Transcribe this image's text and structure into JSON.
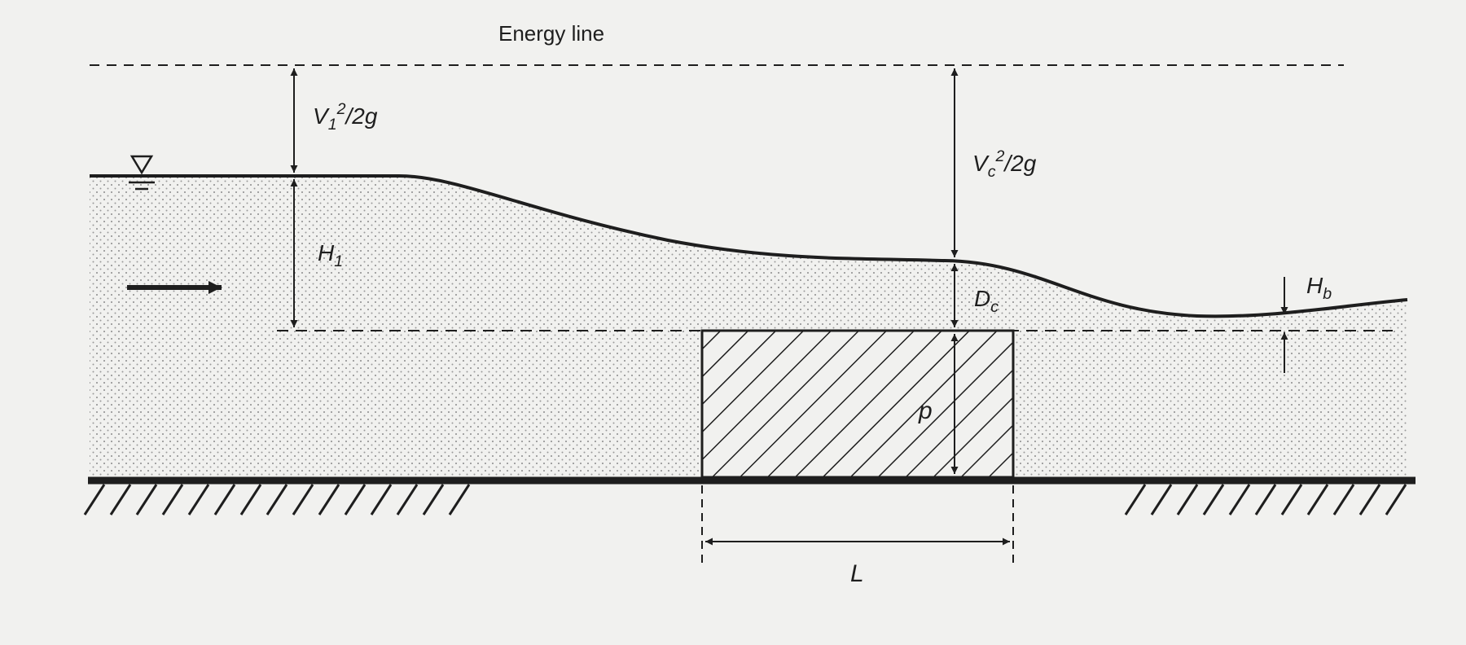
{
  "diagram": {
    "energy_line_label": "Energy line",
    "velocity_head_upstream": {
      "symbol": "V",
      "subscript": "1",
      "superscript": "2",
      "denominator": "/2g"
    },
    "velocity_head_critical": {
      "symbol": "V",
      "subscript": "c",
      "superscript": "2",
      "denominator": "/2g"
    },
    "upstream_head": {
      "symbol": "H",
      "subscript": "1"
    },
    "critical_depth": {
      "symbol": "D",
      "subscript": "c"
    },
    "downstream_head": {
      "symbol": "H",
      "subscript": "b"
    },
    "weir_height": {
      "symbol": "p"
    },
    "weir_length": {
      "symbol": "L"
    },
    "flow_direction": "left-to-right",
    "colors": {
      "ink": "#1e1e1e",
      "paper": "#f1f1ef",
      "water_dots": "#8a8a8a"
    }
  }
}
